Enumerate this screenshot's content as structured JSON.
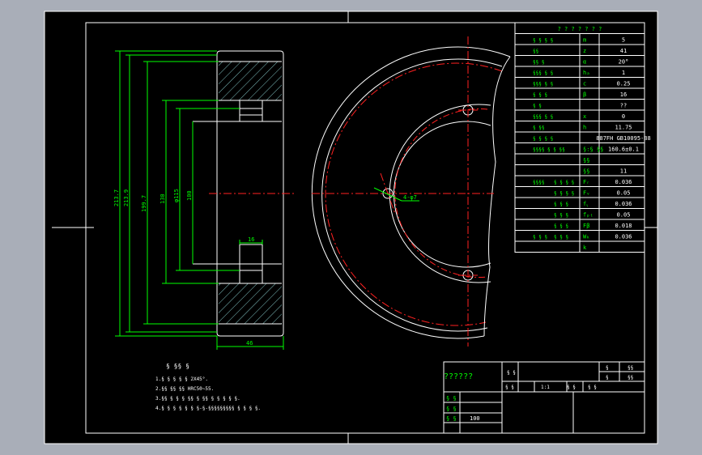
{
  "colors": {
    "background_grey": "#a9aeb8",
    "paper": "#000000",
    "lines": "#ffffff",
    "text": "#00ff00",
    "centerline": "#ff2020",
    "hatch": "#7fbfbf"
  },
  "section_view": {
    "dims": {
      "d_outer": "213.7",
      "d_mid": "213.9",
      "d_3": "199.7",
      "d_4": "130",
      "d_5": "φ115",
      "d_6": "100",
      "groove_width": "16",
      "face_width": "46"
    }
  },
  "end_view": {
    "hole_label": "4-φ7"
  },
  "gear_table": {
    "title": "? ? ? ? ? ? ?",
    "rows": [
      {
        "name": "§ § § §",
        "sym": "m",
        "val": "5"
      },
      {
        "name": "§§",
        "sym": "z",
        "val": "41"
      },
      {
        "name": "§§ §",
        "sym": "α",
        "val": "20°"
      },
      {
        "name": "§§§ § §",
        "sym": "hₐ",
        "val": "1"
      },
      {
        "name": "§§§ § §",
        "sym": "c",
        "val": "0.25"
      },
      {
        "name": "§ § §",
        "sym": "β",
        "val": "16"
      },
      {
        "name": "§ §",
        "sym": "",
        "val": "??"
      },
      {
        "name": "§§§ § §",
        "sym": "x",
        "val": "0"
      },
      {
        "name": "§ §§",
        "sym": "h",
        "val": "11.75"
      },
      {
        "name": "§ § § §",
        "sym": "",
        "val": "887FH GB10095-88"
      },
      {
        "name": "§§§§ § § §§",
        "sym": "§:§ §§",
        "val": "160.6±0.1"
      },
      {
        "name": "",
        "sym": "§§",
        "val": ""
      },
      {
        "name": "",
        "sym": "§§",
        "val": "11"
      },
      {
        "name": "§§§§",
        "sym": "§ § § §",
        "val2": "Fᵣ",
        "val": "0.036"
      },
      {
        "name": "",
        "sym": "§ § § §",
        "val2": "Fᵥ",
        "val": "0.05"
      },
      {
        "name": "",
        "sym": "§ § §",
        "val2": "fᵧ",
        "val": "0.036"
      },
      {
        "name": "",
        "sym": "§ § §",
        "val2": "fₚₜ",
        "val": "0.05"
      },
      {
        "name": "",
        "sym": "§ § §",
        "val2": "Fβ",
        "val": "0.018"
      },
      {
        "name": "§ § §",
        "sym": "§ § §",
        "val2": "Wₖ",
        "val": "0.036"
      },
      {
        "name": "",
        "sym": "",
        "val2": "k",
        "val": ""
      }
    ]
  },
  "notes": {
    "title": "§ §§ §",
    "lines": [
      "1.§ § § § § 2X45°.",
      "2.§§ §§ §§ HRC50~55.",
      "3.§§ § § § §§ § §§ § § § § §.",
      "4.§ § § § § § §-§-§§§§§§§§§ § § § §."
    ]
  },
  "title_block": {
    "drawing_name": "??????",
    "ratio_label": "§ §",
    "count_label": "§ §",
    "ratio_value": "1:1",
    "row2_labels": [
      "§ §",
      "§ §"
    ],
    "right_top": [
      "§",
      "§§"
    ],
    "right_mid": [
      "§",
      "§§"
    ],
    "designer": "§ §",
    "checker": "§ §",
    "approver": "§ §",
    "quantity": "100"
  }
}
